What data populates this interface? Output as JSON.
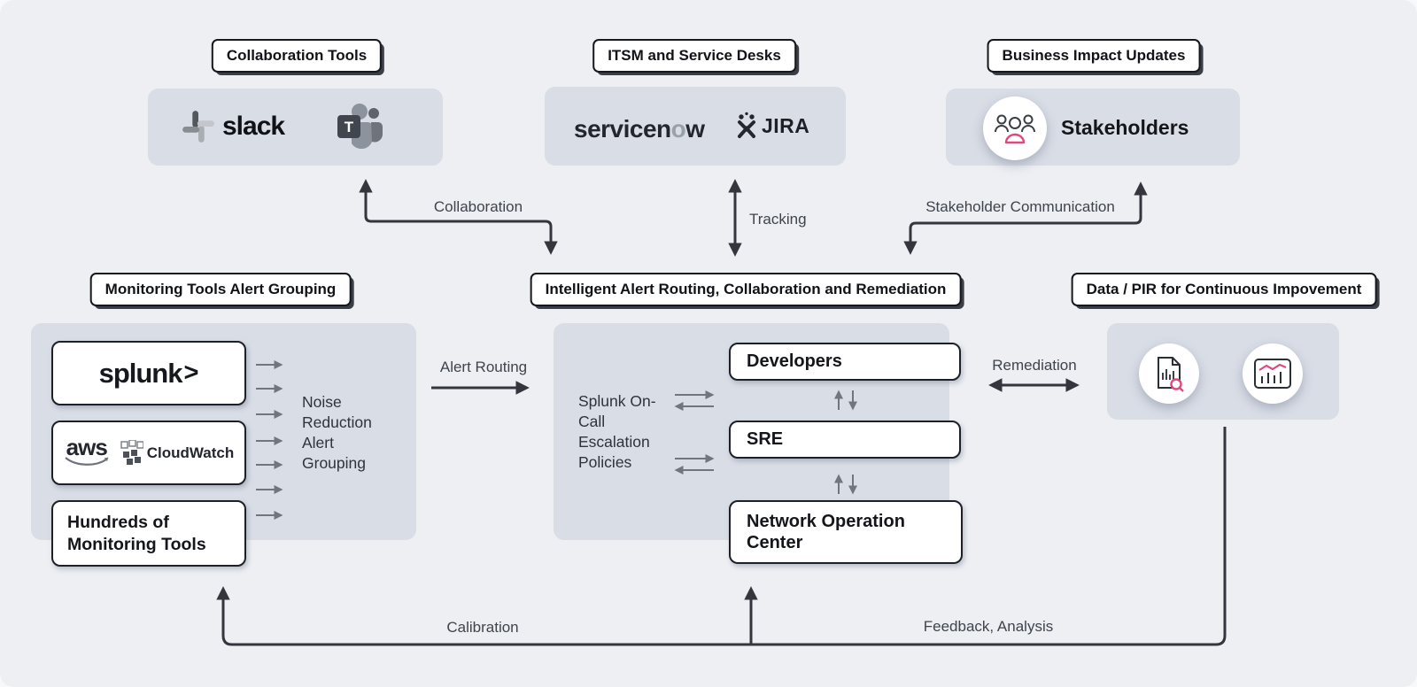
{
  "labels": {
    "collaboration_tools": "Collaboration Tools",
    "itsm": "ITSM and Service Desks",
    "business_impact": "Business Impact Updates",
    "monitoring": "Monitoring Tools Alert Grouping",
    "intelligent": "Intelligent Alert Routing, Collaboration and Remediation",
    "data_pir": "Data / PIR for Continuous Impovement"
  },
  "nodes": {
    "stakeholders": "Stakeholders",
    "hundreds": "Hundreds of Monitoring Tools",
    "noise": "Noise Reduction Alert Grouping",
    "oncall": "Splunk On-Call Escalation Policies",
    "developers": "Developers",
    "sre": "SRE",
    "noc": "Network Operation Center"
  },
  "arrows": {
    "collaboration": "Collaboration",
    "tracking": "Tracking",
    "stakeholder_communication": "Stakeholder Communication",
    "alert_routing": "Alert Routing",
    "remediation": "Remediation",
    "calibration": "Calibration",
    "feedback": "Feedback, Analysis"
  },
  "logos": {
    "slack": "slack",
    "teams_t": "T",
    "servicenow_prefix": "servicen",
    "servicenow_o": "o",
    "servicenow_suffix": "w",
    "jira": "JIRA",
    "splunk": "splunk",
    "splunk_caret": ">",
    "aws": "aws",
    "cloudwatch": "CloudWatch"
  },
  "icons": {
    "slack": "slack-logo-icon",
    "teams": "microsoft-teams-icon",
    "jira_mark": "jira-mark-icon",
    "stakeholders": "people-group-icon",
    "aws_smile": "aws-smile-arrow-icon",
    "cloudwatch": "cloudwatch-boxes-icon",
    "report_search": "document-search-icon",
    "trend_chart": "trend-chart-icon"
  },
  "colors": {
    "background": "#edeff3",
    "panel": "#d9dde6",
    "accent_pink": "#e1487f",
    "arrow_dark": "#33363c",
    "arrow_gray": "#70757e"
  }
}
